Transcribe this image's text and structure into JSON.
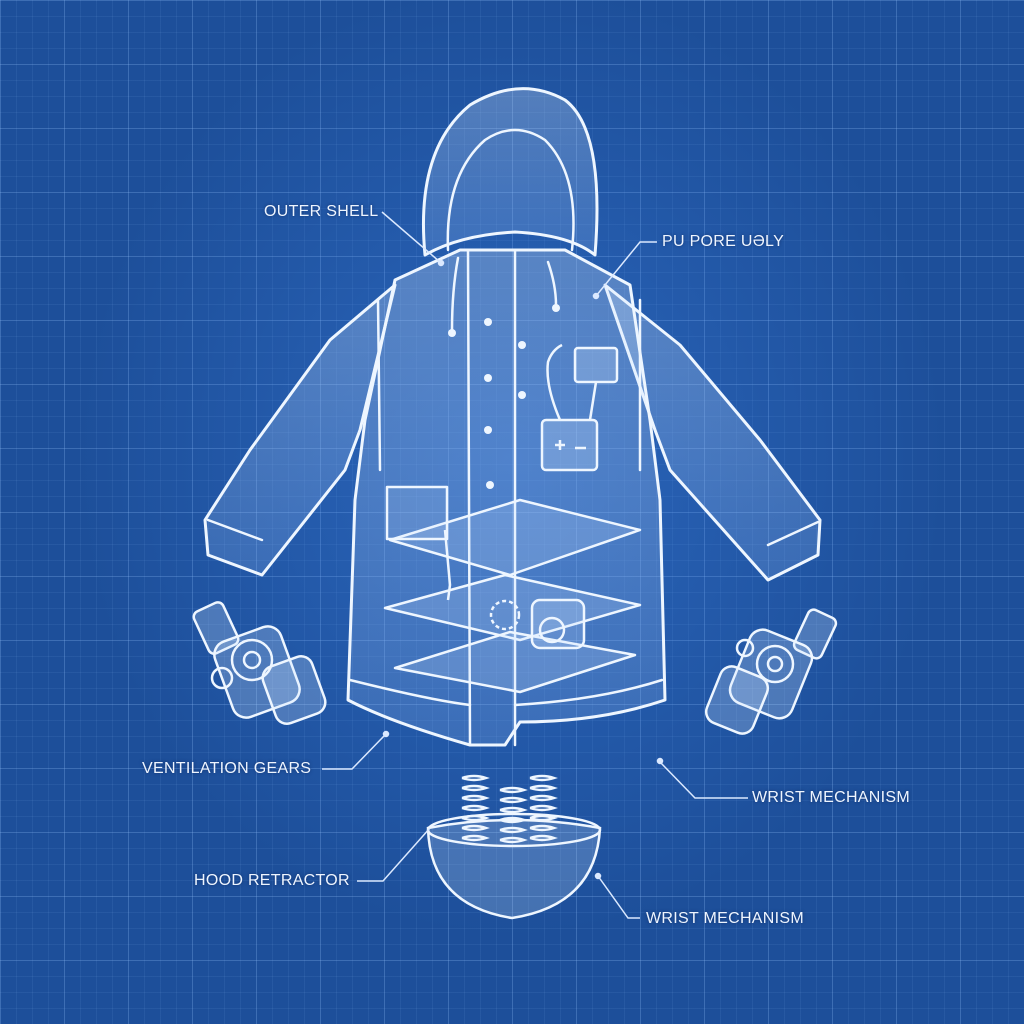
{
  "labels": {
    "outer_shell": "OUTER SHELL",
    "pu_pore_layer": "PU PORE UƏLY",
    "ventilation_gears": "VENTILATION GEARS",
    "wrist_mechanism_right": "WRIST MECHANISM",
    "hood_retractor": "HOOD RETRACTOR",
    "wrist_mechanism_bottom": "WRIST MECHANISM"
  },
  "colors": {
    "background": "#1d4f9a",
    "grid": "#8cb9f5",
    "line": "#e8f2ff",
    "fill": "#cfe4ff"
  }
}
